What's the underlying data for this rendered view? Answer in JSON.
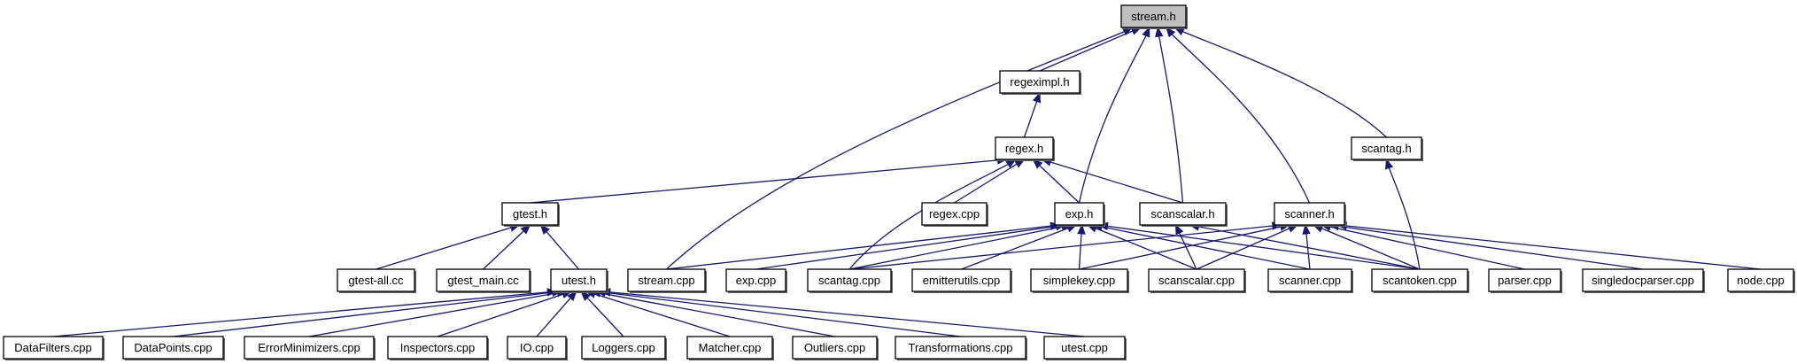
{
  "diagram": {
    "title": "Include dependency graph for stream.h",
    "colors": {
      "edge": "#191970",
      "root_fill": "#bfbfbf",
      "node_fill": "#ffffff",
      "node_border": "#000000"
    },
    "nodes": [
      {
        "id": "stream_h",
        "label": "stream.h",
        "root": true
      },
      {
        "id": "regeximpl_h",
        "label": "regeximpl.h"
      },
      {
        "id": "regex_h",
        "label": "regex.h"
      },
      {
        "id": "scantag_h",
        "label": "scantag.h"
      },
      {
        "id": "gtest_h",
        "label": "gtest.h"
      },
      {
        "id": "regex_cpp",
        "label": "regex.cpp"
      },
      {
        "id": "exp_h",
        "label": "exp.h"
      },
      {
        "id": "scanscalar_h",
        "label": "scanscalar.h"
      },
      {
        "id": "scanner_h",
        "label": "scanner.h"
      },
      {
        "id": "gtest_all_cc",
        "label": "gtest-all.cc"
      },
      {
        "id": "gtest_main_cc",
        "label": "gtest_main.cc"
      },
      {
        "id": "utest_h",
        "label": "utest.h"
      },
      {
        "id": "stream_cpp",
        "label": "stream.cpp"
      },
      {
        "id": "exp_cpp",
        "label": "exp.cpp"
      },
      {
        "id": "scantag_cpp",
        "label": "scantag.cpp"
      },
      {
        "id": "emitterutils_cpp",
        "label": "emitterutils.cpp"
      },
      {
        "id": "simplekey_cpp",
        "label": "simplekey.cpp"
      },
      {
        "id": "scanscalar_cpp",
        "label": "scanscalar.cpp"
      },
      {
        "id": "scanner_cpp",
        "label": "scanner.cpp"
      },
      {
        "id": "scantoken_cpp",
        "label": "scantoken.cpp"
      },
      {
        "id": "parser_cpp",
        "label": "parser.cpp"
      },
      {
        "id": "singledocparser_cpp",
        "label": "singledocparser.cpp"
      },
      {
        "id": "node_cpp",
        "label": "node.cpp"
      },
      {
        "id": "DataFilters_cpp",
        "label": "DataFilters.cpp"
      },
      {
        "id": "DataPoints_cpp",
        "label": "DataPoints.cpp"
      },
      {
        "id": "ErrorMinimizers_cpp",
        "label": "ErrorMinimizers.cpp"
      },
      {
        "id": "Inspectors_cpp",
        "label": "Inspectors.cpp"
      },
      {
        "id": "IO_cpp",
        "label": "IO.cpp"
      },
      {
        "id": "Loggers_cpp",
        "label": "Loggers.cpp"
      },
      {
        "id": "Matcher_cpp",
        "label": "Matcher.cpp"
      },
      {
        "id": "Outliers_cpp",
        "label": "Outliers.cpp"
      },
      {
        "id": "Transformations_cpp",
        "label": "Transformations.cpp"
      },
      {
        "id": "utest_cpp",
        "label": "utest.cpp"
      }
    ],
    "edges": [
      {
        "from": "stream_cpp",
        "to": "stream_h"
      },
      {
        "from": "regeximpl_h",
        "to": "stream_h"
      },
      {
        "from": "exp_h",
        "to": "stream_h"
      },
      {
        "from": "scanscalar_h",
        "to": "stream_h"
      },
      {
        "from": "scanner_h",
        "to": "stream_h"
      },
      {
        "from": "scantag_h",
        "to": "stream_h"
      },
      {
        "from": "regex_h",
        "to": "regeximpl_h"
      },
      {
        "from": "gtest_h",
        "to": "regex_h"
      },
      {
        "from": "regex_cpp",
        "to": "regex_h"
      },
      {
        "from": "scantag_cpp",
        "to": "regex_h"
      },
      {
        "from": "exp_h",
        "to": "regex_h"
      },
      {
        "from": "scanscalar_h",
        "to": "regex_h"
      },
      {
        "from": "scantoken_cpp",
        "to": "scantag_h"
      },
      {
        "from": "gtest_all_cc",
        "to": "gtest_h"
      },
      {
        "from": "gtest_main_cc",
        "to": "gtest_h"
      },
      {
        "from": "utest_h",
        "to": "gtest_h"
      },
      {
        "from": "stream_cpp",
        "to": "exp_h"
      },
      {
        "from": "exp_cpp",
        "to": "exp_h"
      },
      {
        "from": "scantag_cpp",
        "to": "exp_h"
      },
      {
        "from": "emitterutils_cpp",
        "to": "exp_h"
      },
      {
        "from": "simplekey_cpp",
        "to": "exp_h"
      },
      {
        "from": "scanscalar_cpp",
        "to": "exp_h"
      },
      {
        "from": "scanner_cpp",
        "to": "exp_h"
      },
      {
        "from": "scantoken_cpp",
        "to": "exp_h"
      },
      {
        "from": "scanscalar_cpp",
        "to": "scanscalar_h"
      },
      {
        "from": "scantoken_cpp",
        "to": "scanscalar_h"
      },
      {
        "from": "scantag_cpp",
        "to": "scanner_h"
      },
      {
        "from": "simplekey_cpp",
        "to": "scanner_h"
      },
      {
        "from": "scanscalar_cpp",
        "to": "scanner_h"
      },
      {
        "from": "scanner_cpp",
        "to": "scanner_h"
      },
      {
        "from": "scantoken_cpp",
        "to": "scanner_h"
      },
      {
        "from": "parser_cpp",
        "to": "scanner_h"
      },
      {
        "from": "singledocparser_cpp",
        "to": "scanner_h"
      },
      {
        "from": "node_cpp",
        "to": "scanner_h"
      },
      {
        "from": "DataFilters_cpp",
        "to": "utest_h"
      },
      {
        "from": "DataPoints_cpp",
        "to": "utest_h"
      },
      {
        "from": "ErrorMinimizers_cpp",
        "to": "utest_h"
      },
      {
        "from": "Inspectors_cpp",
        "to": "utest_h"
      },
      {
        "from": "IO_cpp",
        "to": "utest_h"
      },
      {
        "from": "Loggers_cpp",
        "to": "utest_h"
      },
      {
        "from": "Matcher_cpp",
        "to": "utest_h"
      },
      {
        "from": "Outliers_cpp",
        "to": "utest_h"
      },
      {
        "from": "Transformations_cpp",
        "to": "utest_h"
      },
      {
        "from": "utest_cpp",
        "to": "utest_h"
      }
    ]
  }
}
